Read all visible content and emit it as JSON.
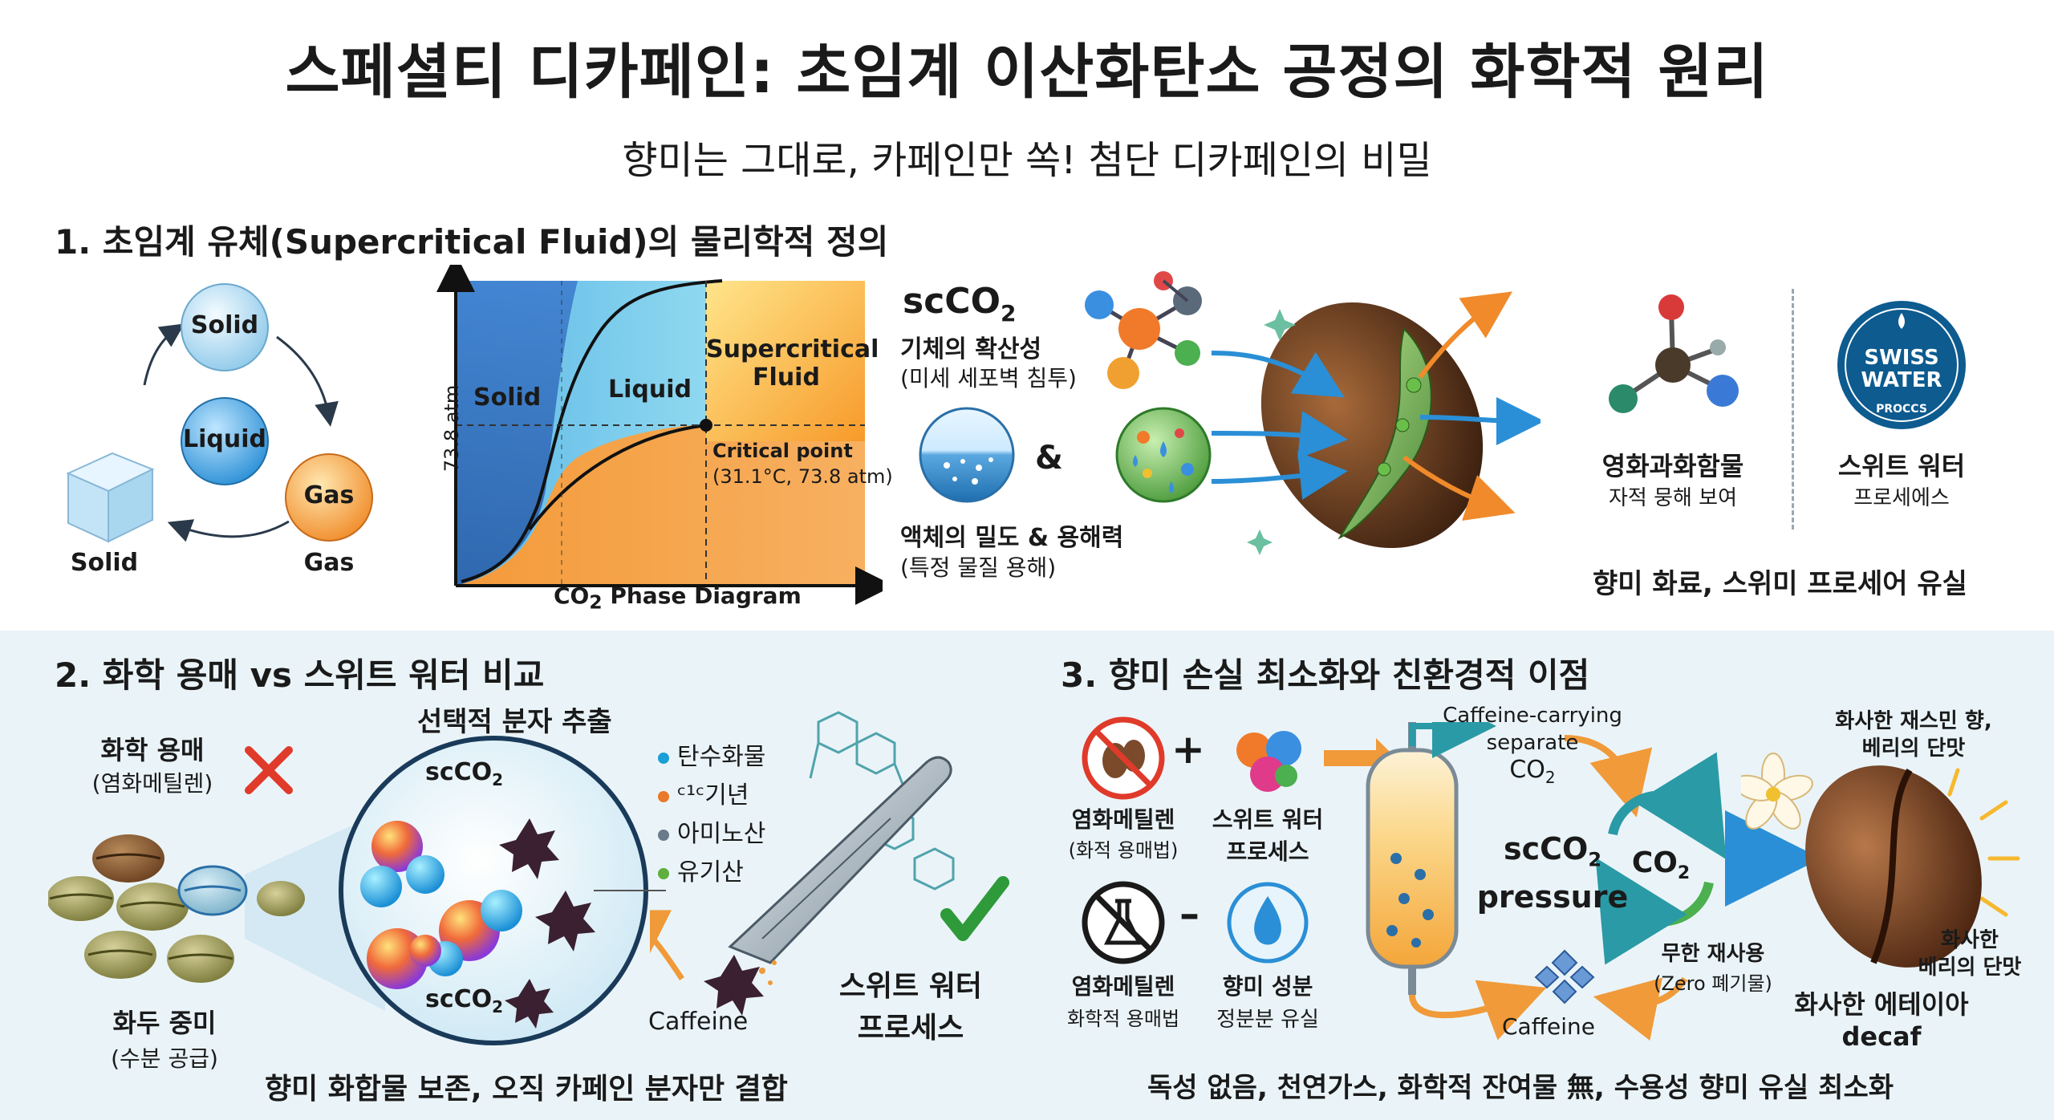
{
  "header": {
    "title": "스페셜티 디카페인: 초임계 이산화탄소 공정의 화학적 원리",
    "subtitle": "향미는 그대로, 카페인만 쏙! 첨단 디카페인의 비밀"
  },
  "section1": {
    "heading": "1. 초임계 유체(Supercritical Fluid)의 물리학적 정의",
    "states": {
      "solid_circle": "Solid",
      "liquid_circle": "Liquid",
      "gas_circle": "Gas",
      "solid_label": "Solid",
      "gas_label": "Gas"
    },
    "phase_diagram": {
      "region_solid": "Solid",
      "region_liquid": "Liquid",
      "region_supercritical_1": "Supercritical",
      "region_supercritical_2": "Fluid",
      "critical_point_1": "Critical point",
      "critical_point_2": "(31.1°C, 73.8 atm)",
      "y_axis_label": "73.8 atm",
      "x_axis_label_pre": "CO",
      "x_axis_label_sub": "2",
      "x_axis_label_post": " Phase Diagram"
    },
    "scco2": {
      "label_pre": "scCO",
      "label_sub": "2",
      "gas_line1": "기체의 확산성",
      "gas_line2": "(미세 세포벽 침투)",
      "ampersand": "&",
      "liquid_line1": "액체의 밀도 & 용해력",
      "liquid_line2": "(특정 물질 용해)"
    },
    "right": {
      "compound_line1": "영화과화함물",
      "compound_line2": "자적 뭉해 보여",
      "swiss_line1": "스위트 워터",
      "swiss_line2": "프로세에스",
      "logo_line1": "SWISS",
      "logo_line2": "WATER",
      "logo_line3": "PROCCS",
      "footer": "향미 화료, 스위미 프로세어 유실"
    }
  },
  "section2": {
    "heading": "2. 화학 용매 vs 스위트 워터 비교",
    "chem_solvent_1": "화학 용매",
    "chem_solvent_2": "(염화메틸렌)",
    "beans_1": "화두 중미",
    "beans_2": "(수분 공급)",
    "selective": "선택적 분자 추출",
    "circle_top_pre": "scCO",
    "circle_top_sub": "2",
    "circle_bottom_pre": "scCO",
    "circle_bottom_sub": "2",
    "legend": [
      "탄수화물",
      "ᶜ¹ᶜ기년",
      "아미노산",
      "유기산"
    ],
    "legend_colors": [
      "#1a9fd6",
      "#e87a2a",
      "#6b7a8a",
      "#5fae3e"
    ],
    "caffeine": "Caffeine",
    "swiss_1": "스위트 워터",
    "swiss_2": "프로세스",
    "footer": "향미 화합물 보존, 오직 카페인 분자만 결합"
  },
  "section3": {
    "heading": "3. 향미 손실 최소화와 친환경적 이점",
    "item1_1": "염화메틸렌",
    "item1_2": "(화적 용매법)",
    "item2_1": "스위트 워터",
    "item2_2": "프로세스",
    "item3_1": "염화메틸렌",
    "item3_2": "화학적 용매법",
    "item4_1": "향미 성분",
    "item4_2": "정분분 유실",
    "plus": "+",
    "minus": "–",
    "carry_1": "Caffeine-carrying",
    "carry_2": "separate",
    "carry_3_pre": "CO",
    "carry_3_sub": "2",
    "pressure_1_pre": "scCO",
    "pressure_1_sub": "2",
    "pressure_2": "pressure",
    "cycle_pre": "CO",
    "cycle_sub": "2",
    "reuse_1": "무한 재사용",
    "reuse_2": "(Zero 폐기물)",
    "caffeine": "Caffeine",
    "jasmine_1": "화사한 재스민 향,",
    "jasmine_2": "베리의 단맛",
    "berry_1": "화사한",
    "berry_2": "베리의 단맛",
    "ethiopia_1": "화사한 에테이아",
    "ethiopia_2": "decaf",
    "footer": "독성 없음, 천연가스, 화학적 잔여물 無, 수용성 향미 유실 최소화"
  }
}
